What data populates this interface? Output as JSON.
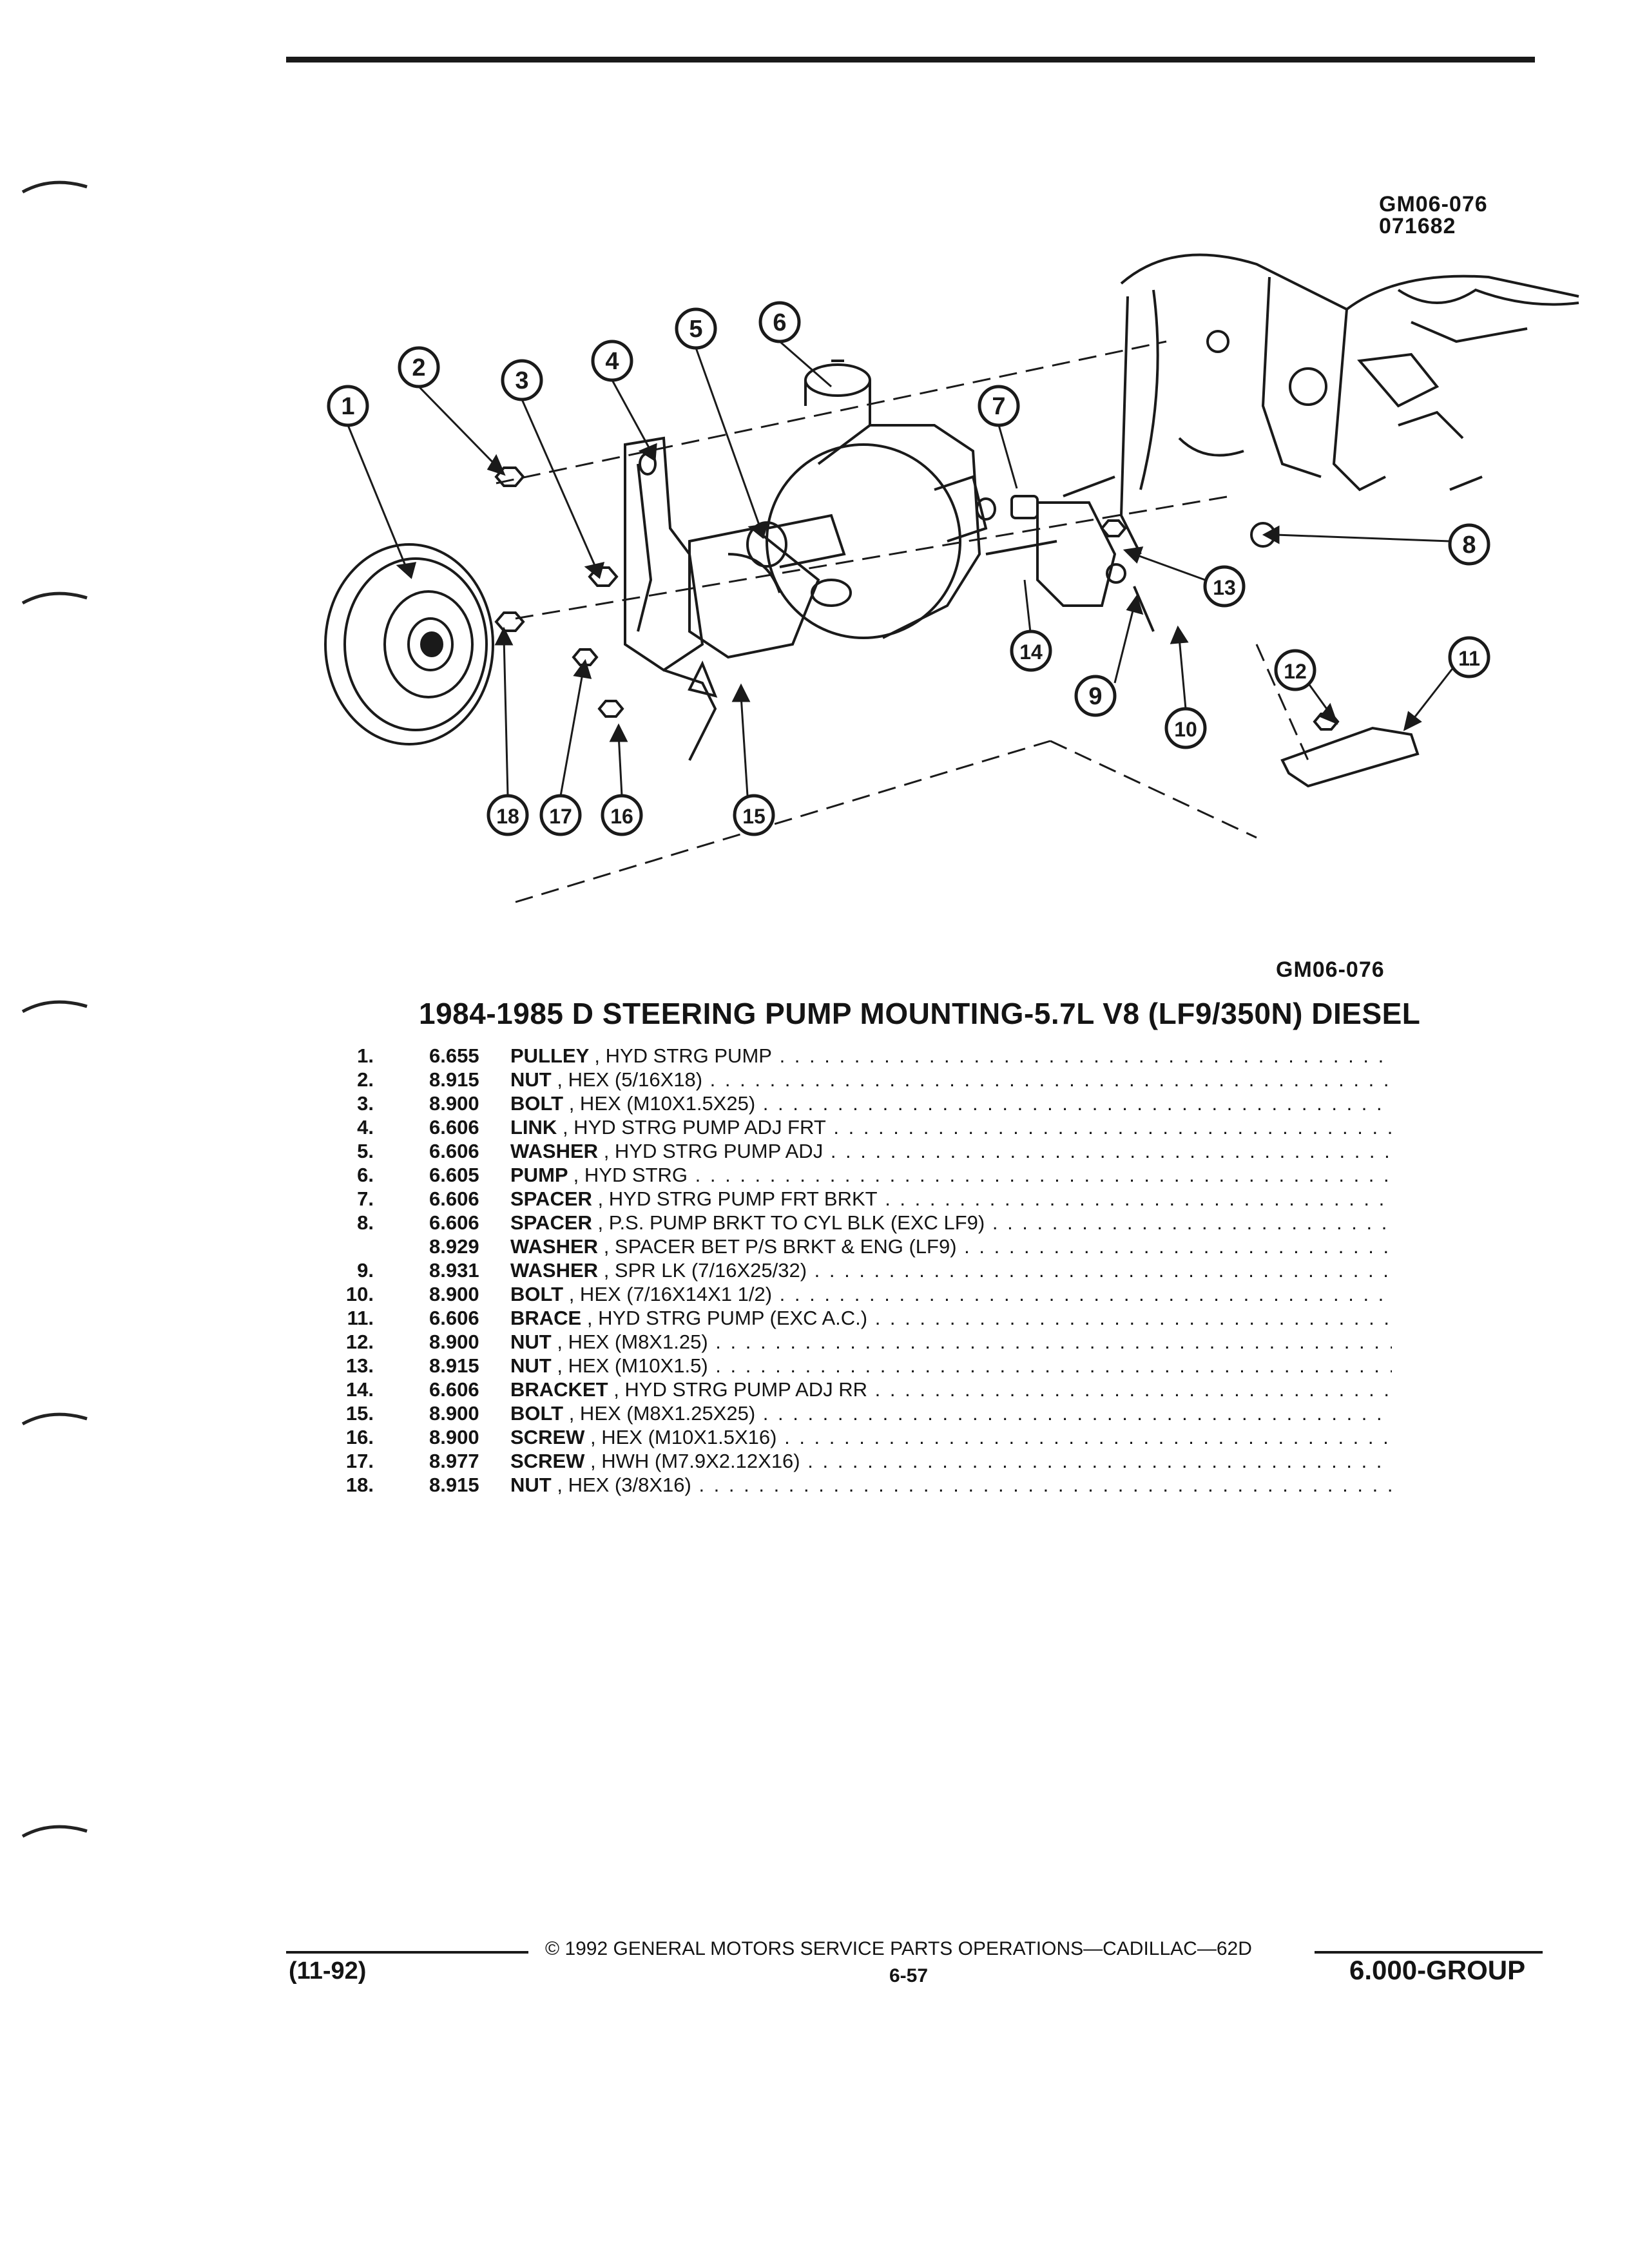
{
  "drawing": {
    "code_top": "GM06-076",
    "date_code": "071682",
    "code_bottom": "GM06-076",
    "callouts": [
      "1",
      "2",
      "3",
      "4",
      "5",
      "6",
      "7",
      "8",
      "9",
      "10",
      "11",
      "12",
      "13",
      "14",
      "15",
      "16",
      "17",
      "18"
    ]
  },
  "title": "1984-1985 D STEERING PUMP MOUNTING-5.7L V8 (LF9/350N) DIESEL",
  "parts": [
    {
      "num": "1.",
      "code": "6.655",
      "name": "PULLEY",
      "spec": ", HYD STRG PUMP"
    },
    {
      "num": "2.",
      "code": "8.915",
      "name": "NUT",
      "spec": ", HEX (5/16X18)"
    },
    {
      "num": "3.",
      "code": "8.900",
      "name": "BOLT",
      "spec": ", HEX (M10X1.5X25)"
    },
    {
      "num": "4.",
      "code": "6.606",
      "name": "LINK",
      "spec": ", HYD STRG PUMP ADJ FRT"
    },
    {
      "num": "5.",
      "code": "6.606",
      "name": "WASHER",
      "spec": ", HYD STRG PUMP ADJ"
    },
    {
      "num": "6.",
      "code": "6.605",
      "name": "PUMP",
      "spec": ", HYD STRG"
    },
    {
      "num": "7.",
      "code": "6.606",
      "name": "SPACER",
      "spec": ", HYD STRG PUMP FRT BRKT"
    },
    {
      "num": "8.",
      "code": "6.606",
      "name": "SPACER",
      "spec": ", P.S. PUMP BRKT TO CYL BLK (EXC LF9)"
    },
    {
      "num": "",
      "code": "8.929",
      "name": "WASHER",
      "spec": ", SPACER BET P/S BRKT & ENG (LF9)"
    },
    {
      "num": "9.",
      "code": "8.931",
      "name": "WASHER",
      "spec": ", SPR LK (7/16X25/32)"
    },
    {
      "num": "10.",
      "code": "8.900",
      "name": "BOLT",
      "spec": ", HEX (7/16X14X1 1/2)"
    },
    {
      "num": "11.",
      "code": "6.606",
      "name": "BRACE",
      "spec": ", HYD STRG PUMP (EXC A.C.)"
    },
    {
      "num": "12.",
      "code": "8.900",
      "name": "NUT",
      "spec": ", HEX (M8X1.25)"
    },
    {
      "num": "13.",
      "code": "8.915",
      "name": "NUT",
      "spec": ", HEX (M10X1.5)"
    },
    {
      "num": "14.",
      "code": "6.606",
      "name": "BRACKET",
      "spec": ", HYD STRG PUMP ADJ RR"
    },
    {
      "num": "15.",
      "code": "8.900",
      "name": "BOLT",
      "spec": ", HEX (M8X1.25X25)"
    },
    {
      "num": "16.",
      "code": "8.900",
      "name": "SCREW",
      "spec": ", HEX (M10X1.5X16)"
    },
    {
      "num": "17.",
      "code": "8.977",
      "name": "SCREW",
      "spec": ", HWH (M7.9X2.12X16)"
    },
    {
      "num": "18.",
      "code": "8.915",
      "name": "NUT",
      "spec": ", HEX (3/8X16)"
    }
  ],
  "footer": {
    "date": "(11-92)",
    "copyright": "© 1992 GENERAL MOTORS SERVICE PARTS OPERATIONS—CADILLAC—62D",
    "page": "6-57",
    "group": "6.000-GROUP"
  }
}
